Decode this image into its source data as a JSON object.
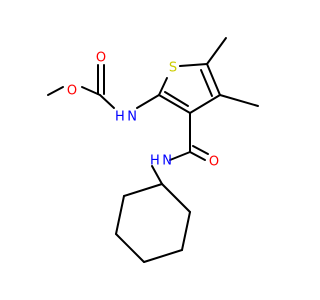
{
  "colors": {
    "background": "#ffffff",
    "bond": "#000000",
    "oxygen": "#ff0000",
    "nitrogen": "#0000ff",
    "sulfur": "#cccc00"
  },
  "atoms": {
    "O_methoxy": "O",
    "O_carbonyl": "O",
    "NH_carbamate": "H N",
    "S_ring": "S",
    "NH_amide": "H N",
    "O_amide": "O"
  }
}
